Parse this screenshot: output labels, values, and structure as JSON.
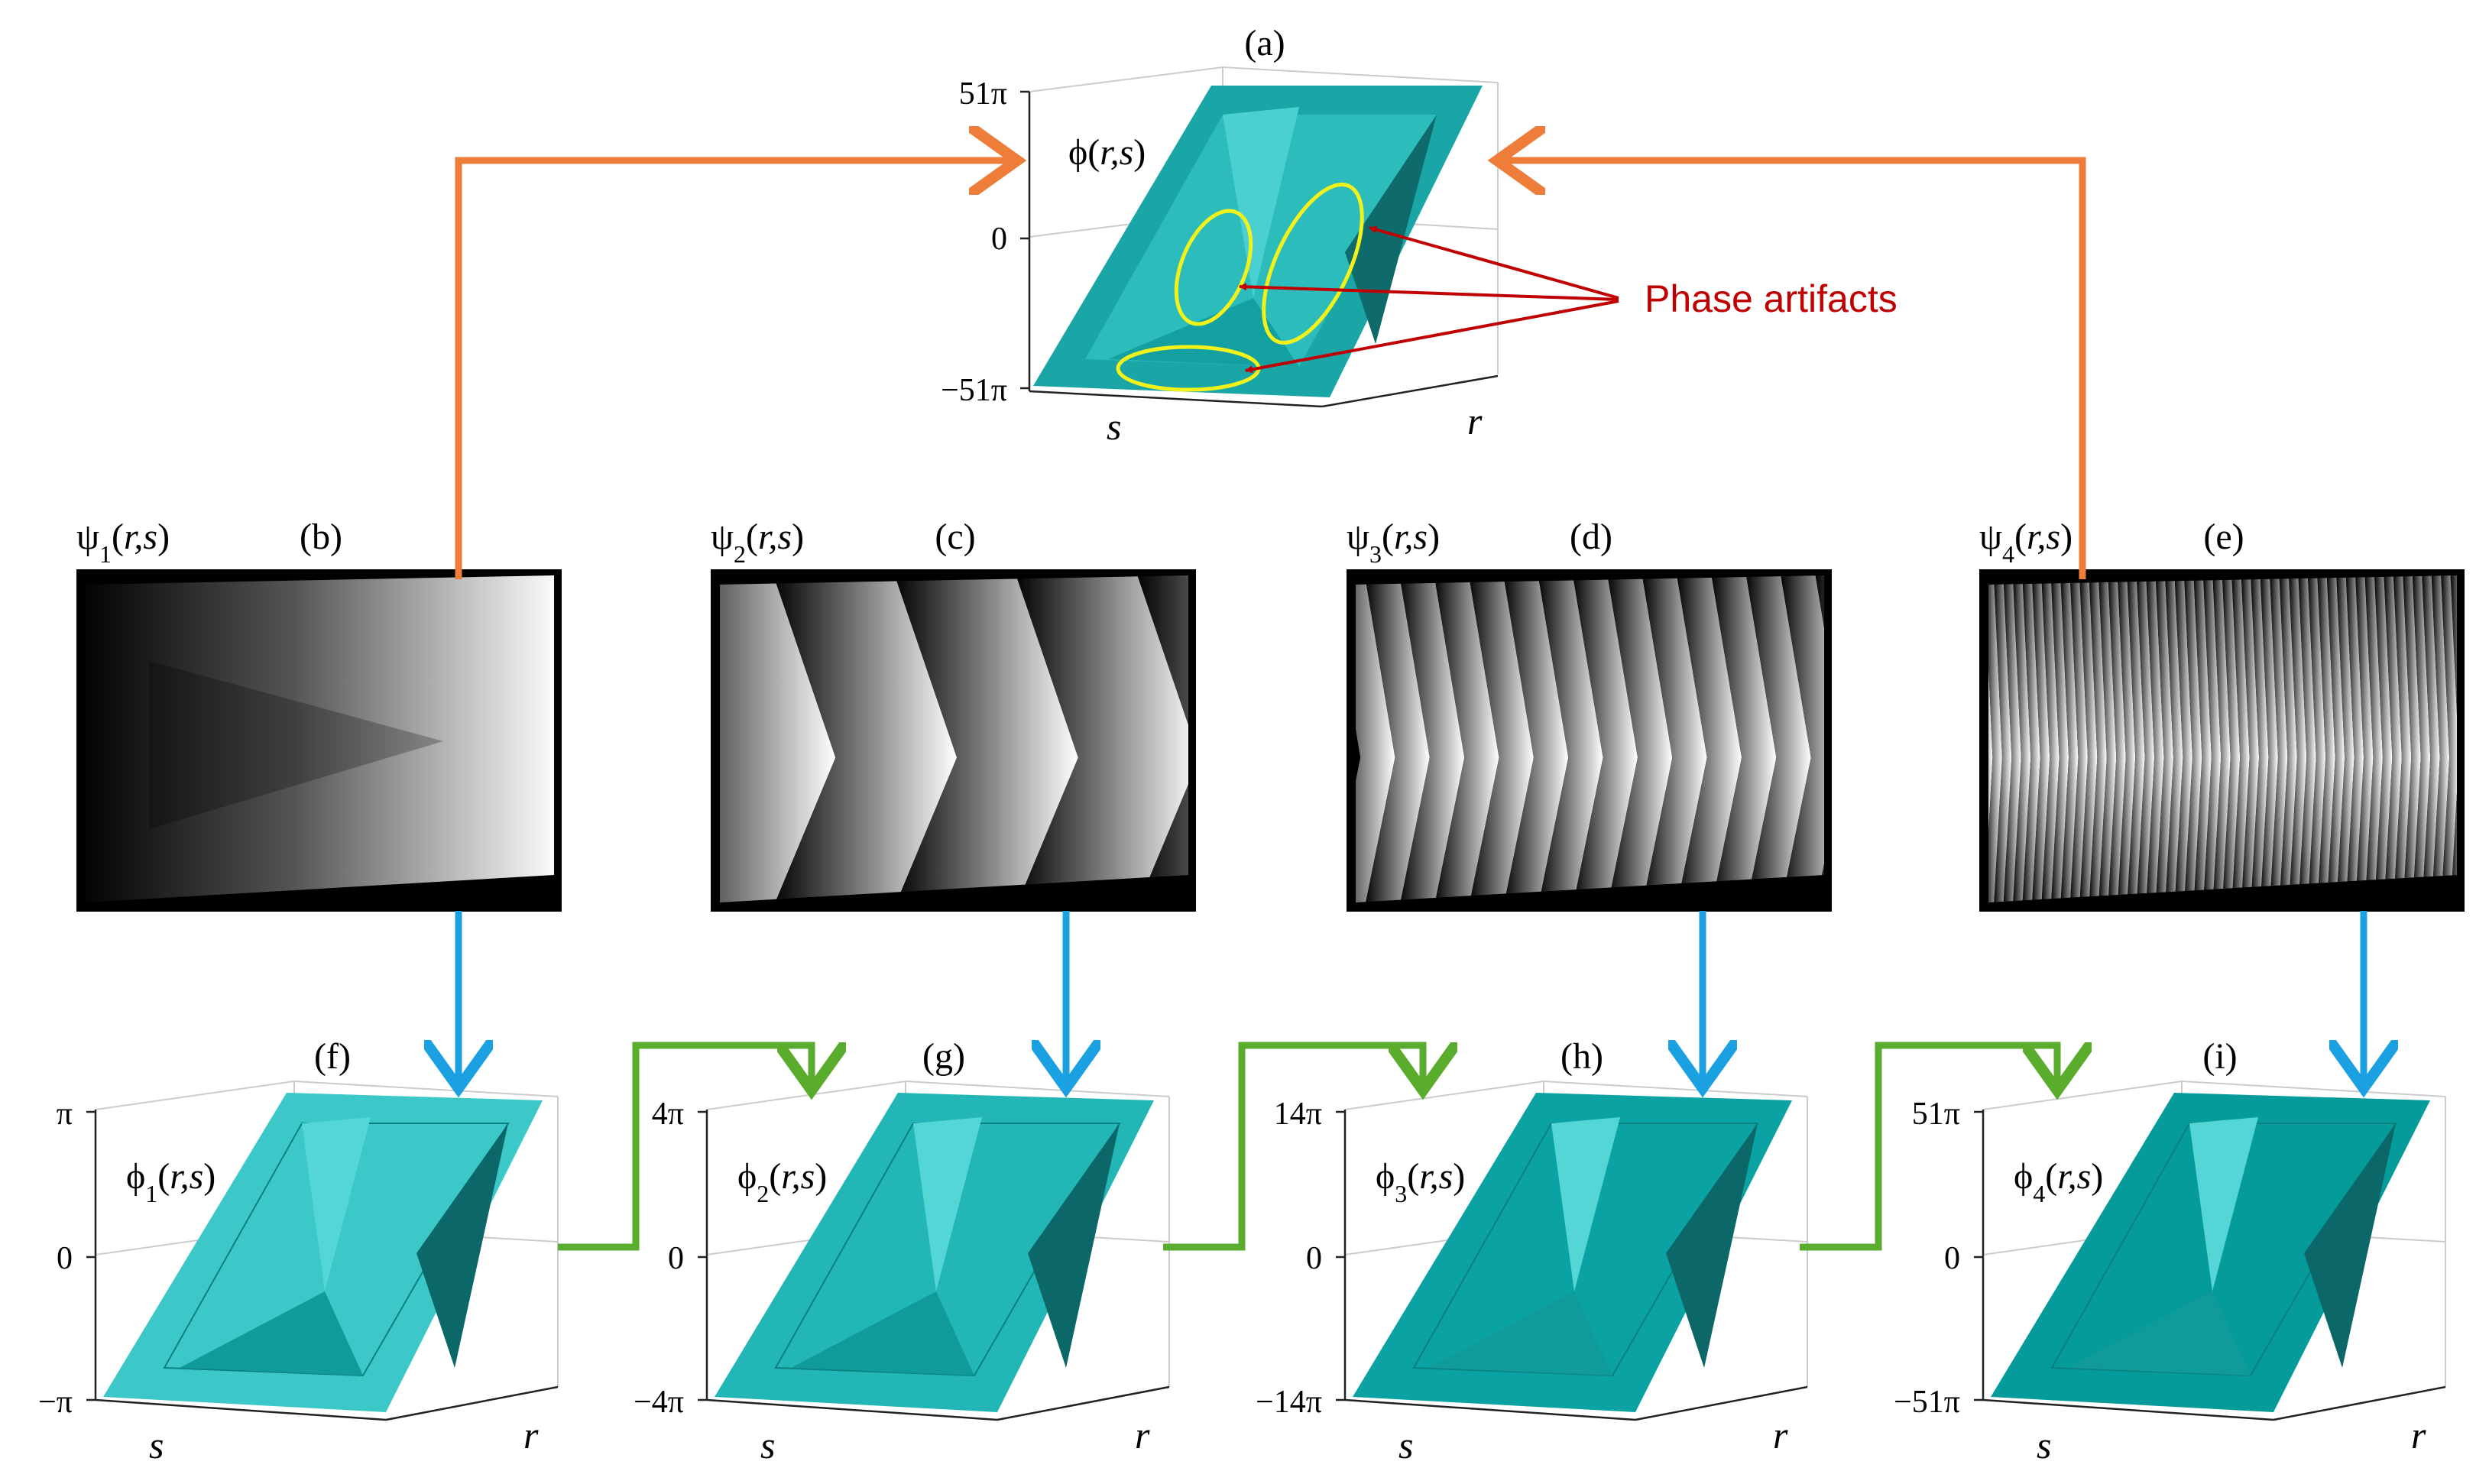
{
  "panel_a": {
    "label": "(a)",
    "func_name": "ϕ",
    "func_args": "r,s",
    "ticks": [
      "51π",
      "0",
      "−51π"
    ],
    "axis_s": "s",
    "axis_r": "r",
    "annotation": "Phase artifacts"
  },
  "wrapped_panels": [
    {
      "id": "b",
      "label": "(b)",
      "func_name": "ψ",
      "sub": "1",
      "func_args": "r,s",
      "fringes": 0
    },
    {
      "id": "c",
      "label": "(c)",
      "func_name": "ψ",
      "sub": "2",
      "func_args": "r,s",
      "fringes": 4
    },
    {
      "id": "d",
      "label": "(d)",
      "func_name": "ψ",
      "sub": "3",
      "func_args": "r,s",
      "fringes": 14
    },
    {
      "id": "e",
      "label": "(e)",
      "func_name": "ψ",
      "sub": "4",
      "func_args": "r,s",
      "fringes": 51
    }
  ],
  "unwrapped_panels": [
    {
      "id": "f",
      "label": "(f)",
      "func_name": "ϕ",
      "sub": "1",
      "func_args": "r,s",
      "ticks": [
        "π",
        "0",
        "−π"
      ],
      "axis_s": "s",
      "axis_r": "r"
    },
    {
      "id": "g",
      "label": "(g)",
      "func_name": "ϕ",
      "sub": "2",
      "func_args": "r,s",
      "ticks": [
        "4π",
        "0",
        "−4π"
      ],
      "axis_s": "s",
      "axis_r": "r"
    },
    {
      "id": "h",
      "label": "(h)",
      "func_name": "ϕ",
      "sub": "3",
      "func_args": "r,s",
      "ticks": [
        "14π",
        "0",
        "−14π"
      ],
      "axis_s": "s",
      "axis_r": "r"
    },
    {
      "id": "i",
      "label": "(i)",
      "func_name": "ϕ",
      "sub": "4",
      "func_args": "r,s",
      "ticks": [
        "51π",
        "0",
        "−51π"
      ],
      "axis_s": "s",
      "axis_r": "r"
    }
  ],
  "colors": {
    "orange_arrow": "#ee7d3a",
    "blue_arrow": "#1ba1e2",
    "green_arrow": "#5aac2d",
    "annotation_red": "#c00000",
    "ellipse_yellow": "#f2f21a",
    "surface_teal": "#00aaaa"
  }
}
